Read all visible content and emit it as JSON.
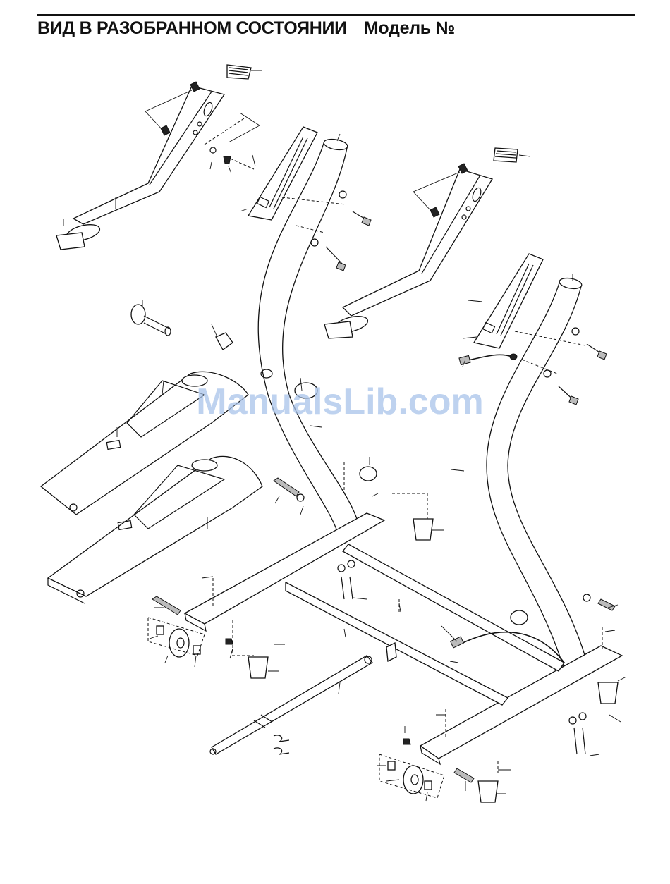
{
  "header": {
    "title": "ВИД В РАЗОБРАННОМ СОСТОЯНИИ",
    "model_label": "Модель №"
  },
  "watermark": {
    "text": "ManualsLib.com",
    "color": "#a9c4ea"
  },
  "diagram": {
    "type": "exploded-parts-view",
    "subject": "treadmill upright frame assembly",
    "part_labels_shown": false
  }
}
